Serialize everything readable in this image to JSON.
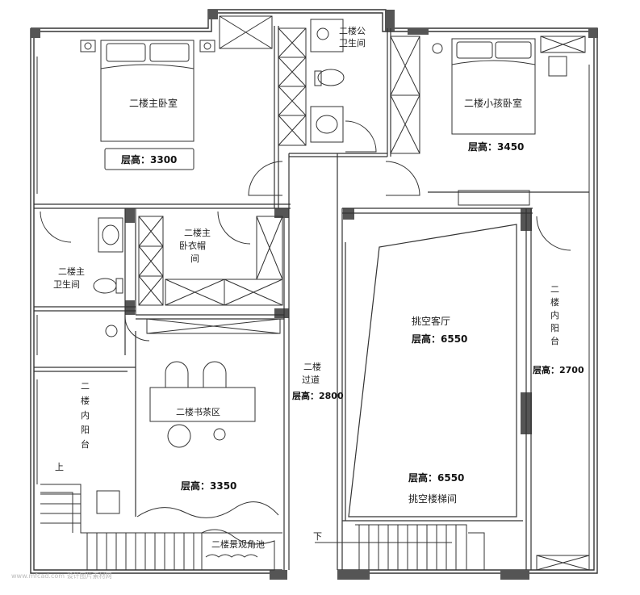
{
  "rooms": {
    "master_bedroom": "二楼主卧室",
    "master_ceiling": "层高：3300",
    "guest_bathroom_l1": "二楼公",
    "guest_bathroom_l2": "卫生间",
    "small_bedroom": "二楼小孩卧室",
    "small_ceiling": "层高：3450",
    "master_bath_l1": "二楼主",
    "master_bath_l2": "卫生间",
    "closet_l1": "二楼主",
    "closet_l2": "卧衣帽",
    "closet_l3": "间",
    "living_void": "挑空客厅",
    "living_ceiling": "层高：6550",
    "inner_balcony_l1": "二",
    "inner_balcony_l2": "楼",
    "inner_balcony_l3": "内",
    "inner_balcony_l4": "阳",
    "inner_balcony_l5": "台",
    "inner_balcony_ceiling": "层高：2700",
    "corridor_l1": "二楼",
    "corridor_l2": "过道",
    "corridor_ceiling": "层高：2800",
    "study": "二楼书茶区",
    "study_ceiling": "层高：3350",
    "left_l1": "二",
    "left_l2": "楼",
    "left_l3": "内",
    "left_l4": "阳",
    "left_l5": "台",
    "stair_void": "挑空楼梯间",
    "stair_ceiling": "层高：6550",
    "viewing_corner": "二楼景观角池",
    "stair_up": "上",
    "stair_down": "下"
  },
  "watermark": "www.mfcad.com 设计图片素材网"
}
